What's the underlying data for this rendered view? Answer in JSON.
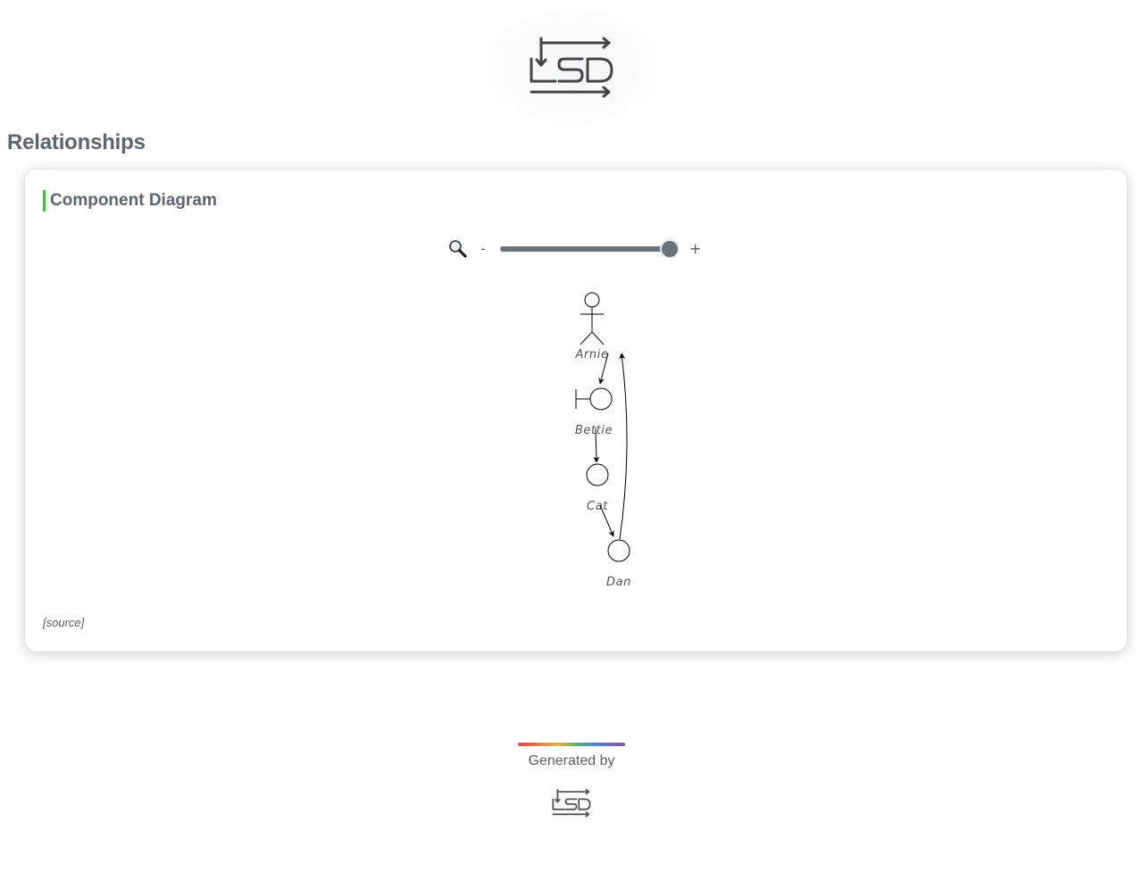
{
  "header": {
    "logo_icon": "lsd-logo-icon",
    "section_title": "Relationships"
  },
  "card": {
    "title": "Component Diagram",
    "title_accent_color": "#3fbf3f",
    "zoom": {
      "icon": "magnifier-icon",
      "minus_label": "-",
      "plus_label": "+",
      "level": 1.0
    },
    "diagram": {
      "nodes": [
        {
          "label": "Arnie",
          "kind": "actor"
        },
        {
          "label": "Bettie",
          "kind": "boundary"
        },
        {
          "label": "Cat",
          "kind": "control"
        },
        {
          "label": "Dan",
          "kind": "control"
        }
      ],
      "edges": [
        {
          "from": "Arnie",
          "to": "Bettie"
        },
        {
          "from": "Bettie",
          "to": "Cat"
        },
        {
          "from": "Cat",
          "to": "Dan"
        },
        {
          "from": "Dan",
          "to": "Arnie"
        }
      ]
    },
    "source_link": "[source]"
  },
  "footer": {
    "generated_by": "Generated by",
    "logo_icon": "lsd-logo-icon"
  }
}
